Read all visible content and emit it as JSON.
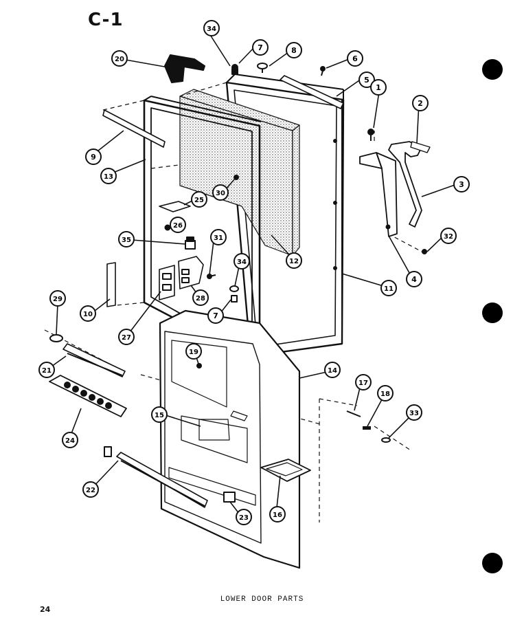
{
  "title": "C-1",
  "caption": "LOWER DOOR PARTS",
  "page_number": "24",
  "callouts": [
    "34",
    "7",
    "8",
    "6",
    "5",
    "1",
    "2",
    "3",
    "32",
    "4",
    "11",
    "12",
    "20",
    "9",
    "13",
    "25",
    "26",
    "35",
    "31",
    "28",
    "10",
    "27",
    "34",
    "7",
    "30",
    "29",
    "21",
    "24",
    "22",
    "19",
    "15",
    "14",
    "17",
    "18",
    "33",
    "16",
    "23"
  ]
}
